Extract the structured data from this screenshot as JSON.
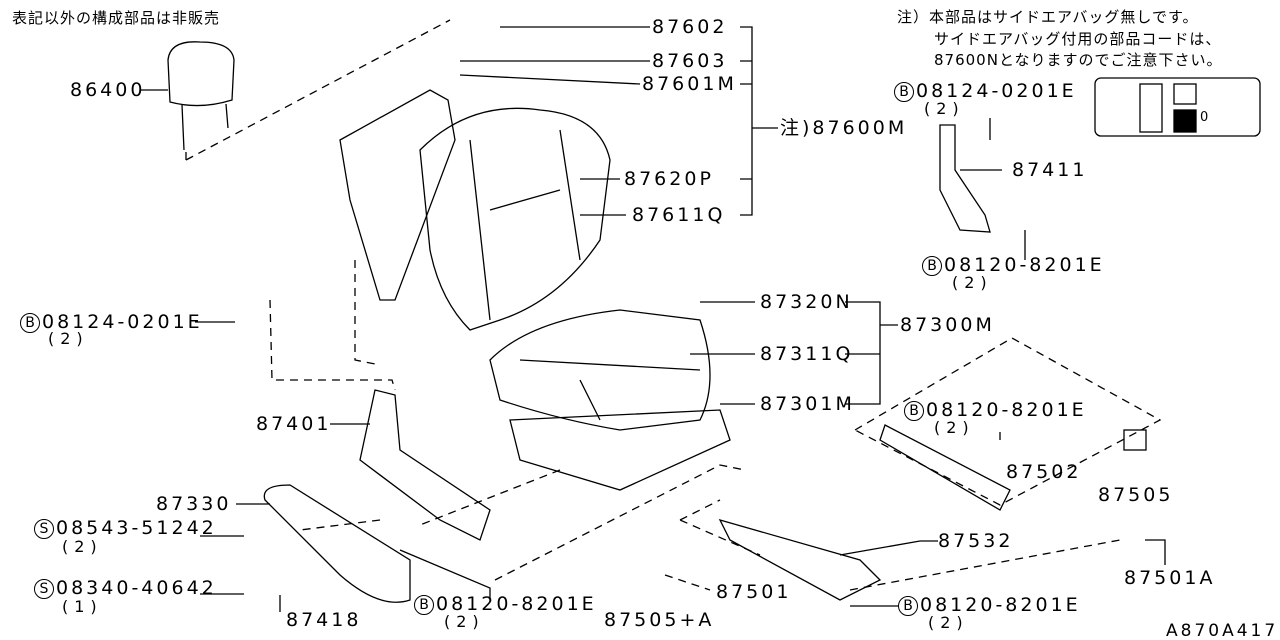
{
  "header": {
    "note_left": "表記以外の構成部品は非販売",
    "note_right": [
      "注）本部品はサイドエアバッグ無しです。",
      "サイドエアバッグ付用の部品コードは、",
      "87600Nとなりますのでご注意下さい。"
    ]
  },
  "parts": {
    "p86400": "86400",
    "p87602": "87602",
    "p87603": "87603",
    "p87601M": "87601M",
    "p87600M": "注)87600M",
    "p87620P": "87620P",
    "p87611Q": "87611Q",
    "p87320N": "87320N",
    "p87300M": "87300M",
    "p87311Q": "87311Q",
    "p87301M": "87301M",
    "p87401": "87401",
    "p87330": "87330",
    "p87418": "87418",
    "p87501": "87501",
    "p87505A": "87505+A",
    "p87532": "87532",
    "p87501A": "87501A",
    "p87505": "87505",
    "p87502": "87502",
    "p87411": "87411"
  },
  "fasteners": [
    {
      "mark": "B",
      "code": "08124-0201E",
      "qty": "(2)"
    },
    {
      "mark": "S",
      "code": "08543-51242",
      "qty": "(2)"
    },
    {
      "mark": "S",
      "code": "08340-40642",
      "qty": "(1)"
    },
    {
      "mark": "B",
      "code": "08120-8201E",
      "qty": "(2)"
    },
    {
      "mark": "B",
      "code": "08120-8201E",
      "qty": "(2)"
    },
    {
      "mark": "B",
      "code": "08120-8201E",
      "qty": "(2)"
    },
    {
      "mark": "B",
      "code": "08124-0201E",
      "qty": "(2)"
    },
    {
      "mark": "B",
      "code": "08120-8201E",
      "qty": "(2)"
    }
  ],
  "switch_icon_label": "0",
  "diagram_id": "A870A417"
}
